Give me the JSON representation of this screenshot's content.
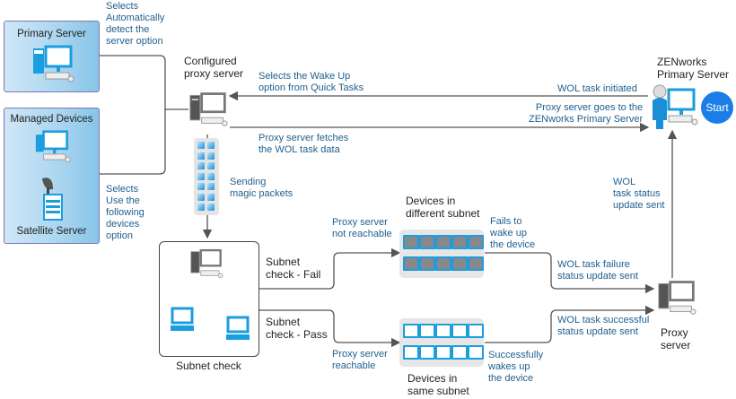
{
  "diagram": {
    "panels": {
      "primary_server": {
        "title": "Primary Server"
      },
      "managed_devices": {
        "title": "Managed Devices",
        "sub_label": "Satellite Server"
      }
    },
    "notes": {
      "auto_detect": "Selects\nAutomatically\ndetect the\nserver option",
      "use_following": "Selects\nUse the\nfollowing\ndevices\noption",
      "wake_up": "Selects the Wake Up\noption from Quick Tasks",
      "wol_initiated": "WOL task initiated",
      "proxy_goes": "Proxy server goes to the\nZENworks Primary Server",
      "proxy_fetches": "Proxy server fetches\nthe WOL task data",
      "sending_packets": "Sending\nmagic packets",
      "not_reachable": "Proxy server\nnot reachable",
      "reachable": "Proxy server\nreachable",
      "fails_to_wake": "Fails to\nwake up\nthe device",
      "successfully_wakes": "Successfully\nwakes up\nthe device",
      "failure_update": "WOL task failure\nstatus update sent",
      "success_update": "WOL task successful\nstatus update sent",
      "status_update": "WOL\ntask status\nupdate sent"
    },
    "nodes": {
      "configured_proxy": "Configured\nproxy server",
      "zenworks_primary": "ZENworks\nPrimary Server",
      "start": "Start",
      "subnet_fail": "Subnet\ncheck - Fail",
      "subnet_pass": "Subnet\ncheck - Pass",
      "subnet_check": "Subnet check",
      "devices_different": "Devices in\ndifferent subnet",
      "devices_same": "Devices in\nsame subnet",
      "proxy_server": "Proxy\nserver"
    },
    "colors": {
      "accent": "#1a7ee6",
      "note_text": "#1f5f8f",
      "line": "#555555"
    }
  }
}
